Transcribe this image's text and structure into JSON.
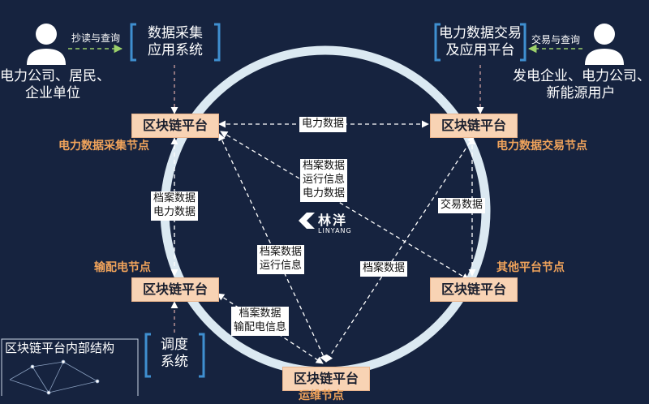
{
  "actors": {
    "left": {
      "line1": "电力公司、居民、",
      "line2": "企业单位"
    },
    "right": {
      "line1": "发电企业、电力公司、",
      "line2": "新能源用户"
    }
  },
  "systems": {
    "collection": {
      "line1": "数据采集",
      "line2": "应用系统"
    },
    "trading": {
      "line1": "电力数据交易",
      "line2": "及应用平台"
    },
    "dispatch": {
      "line1": "调度",
      "line2": "系统"
    }
  },
  "arrows_top": {
    "left": "抄读与查询",
    "right": "交易与查询"
  },
  "nodes": {
    "top_left": "区块链平台",
    "top_right": "区块链平台",
    "mid_left": "区块链平台",
    "mid_right": "区块链平台",
    "bottom": "区块链平台"
  },
  "node_labels": {
    "top_left": "电力数据采集节点",
    "top_right": "电力数据交易节点",
    "mid_left": "输配电节点",
    "mid_right": "其他平台节点",
    "bottom": "运维节点"
  },
  "edge_labels": {
    "top": "电力数据",
    "center": [
      "档案数据",
      "运行信息",
      "电力数据"
    ],
    "left": [
      "档案数据",
      "电力数据"
    ],
    "right": "交易数据",
    "cross_left": [
      "档案数据",
      "运行信息"
    ],
    "cross_right": "档案数据",
    "bottom_left": [
      "档案数据",
      "输配电信息"
    ]
  },
  "logo": {
    "name": "林洋",
    "sub": "LINYANG"
  },
  "inset": {
    "title": "区块链平台内部结构"
  },
  "colors": {
    "background": "#16233f",
    "ring": "#dbe9f2",
    "node_fill": "#f8d3b4",
    "node_label": "#f0a35b",
    "bracket": "#3f8fd0"
  }
}
